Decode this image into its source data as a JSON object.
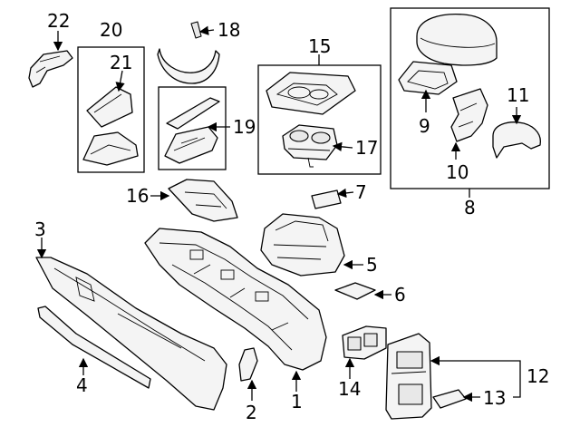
{
  "diagram": {
    "callouts": {
      "c1": "1",
      "c2": "2",
      "c3": "3",
      "c4": "4",
      "c5": "5",
      "c6": "6",
      "c7": "7",
      "c8": "8",
      "c9": "9",
      "c10": "10",
      "c11": "11",
      "c12": "12",
      "c13": "13",
      "c14": "14",
      "c15": "15",
      "c16": "16",
      "c17": "17",
      "c18": "18",
      "c19": "19",
      "c20": "20",
      "c21": "21",
      "c22": "22"
    }
  },
  "colors": {
    "line": "#000000",
    "fill": "#f4f4f4",
    "background": "#ffffff"
  }
}
